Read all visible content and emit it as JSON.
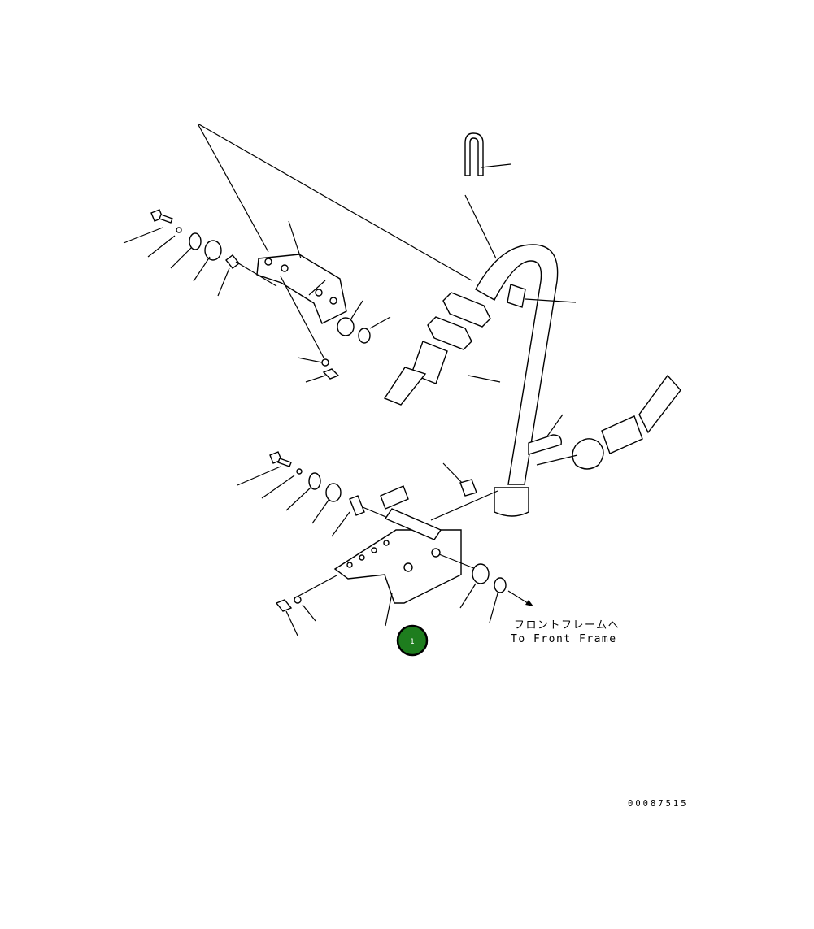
{
  "diagram": {
    "annotation_jp": "フロントフレームへ",
    "annotation_en": "To Front Frame",
    "drawing_id": "00087515",
    "callouts": [
      {
        "number": "1",
        "color": "#1e7d1e"
      }
    ]
  }
}
